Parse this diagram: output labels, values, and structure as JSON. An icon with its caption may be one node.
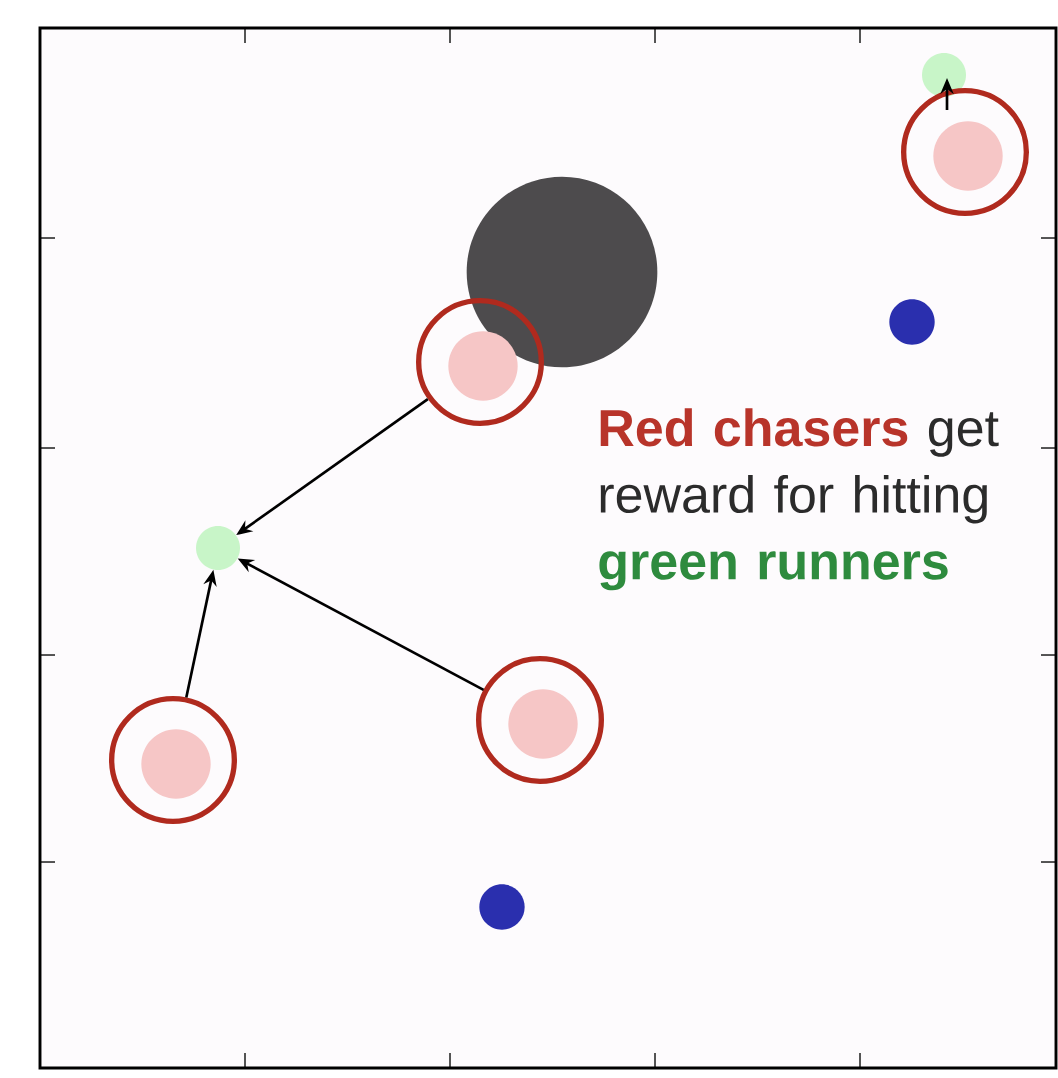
{
  "diagram": {
    "nodes": [
      {
        "text": [],
        "shape": "circle"
      },
      {
        "text": [],
        "shape": "circle"
      },
      {
        "text": [],
        "shape": "circle"
      },
      {
        "text": [],
        "shape": "circle"
      },
      {
        "text": [],
        "shape": "circle"
      },
      {
        "text": [],
        "shape": "circle"
      },
      {
        "text": [],
        "shape": "circle"
      },
      {
        "text": [],
        "shape": "circle"
      },
      {
        "text": [],
        "shape": "circle"
      }
    ],
    "edges": [
      {
        "from": 1,
        "to": 0,
        "arrow": "to"
      },
      {
        "from": 4,
        "to": 5,
        "arrow": "to"
      },
      {
        "from": 6,
        "to": 5,
        "arrow": "to"
      },
      {
        "from": 7,
        "to": 5,
        "arrow": "to"
      }
    ],
    "labels": [
      "Red chasers",
      "get reward for hitting",
      "green runners"
    ]
  }
}
